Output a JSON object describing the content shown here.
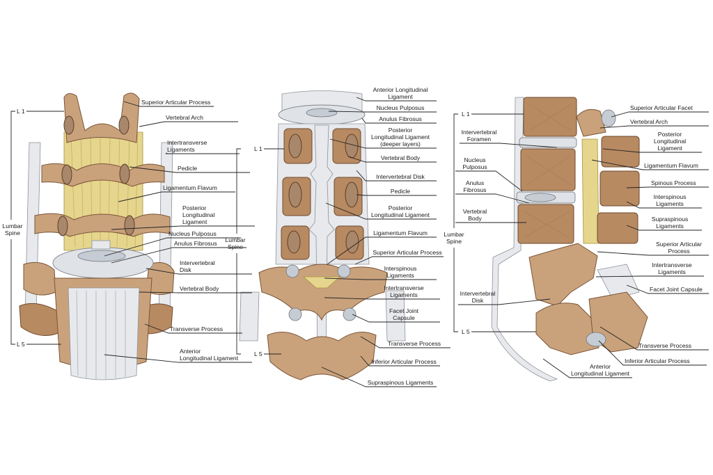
{
  "colors": {
    "bone": "#c9a27c",
    "bone_dark": "#b88a62",
    "ligament": "#e7e9ec",
    "ligamentum_flavum": "#e6d58d",
    "disk": "#dfe2e6"
  },
  "panel1": {
    "level_top": "L 1",
    "level_bottom": "L 5",
    "spine_label_line1": "Lumbar",
    "spine_label_line2": "Spine",
    "labels": [
      {
        "lines": [
          "Superior Articular Process"
        ]
      },
      {
        "lines": [
          "Vertebral Arch"
        ]
      },
      {
        "lines": [
          "Intertransverse",
          "Ligaments"
        ]
      },
      {
        "lines": [
          "Pedicle"
        ]
      },
      {
        "lines": [
          "Ligamentum Flavum"
        ]
      },
      {
        "lines": [
          "Posterior",
          "Longitudinal",
          "Ligament"
        ]
      },
      {
        "lines": [
          "Nucleus Pulposus"
        ]
      },
      {
        "lines": [
          "Anulus Fibrosus"
        ]
      },
      {
        "lines": [
          "Intervertebral",
          "Disk"
        ]
      },
      {
        "lines": [
          "Vertebral Body"
        ]
      },
      {
        "lines": [
          "Transverse Process"
        ]
      },
      {
        "lines": [
          "Anterior",
          "Longitudinal Ligament"
        ]
      }
    ]
  },
  "panel2": {
    "level_top": "L 1",
    "level_bottom": "L 5",
    "spine_label_line1": "Lumbar",
    "spine_label_line2": "Spine",
    "labels": [
      {
        "lines": [
          "Anterior Longitudinal",
          "Ligament"
        ]
      },
      {
        "lines": [
          "Nucleus Pulposus"
        ]
      },
      {
        "lines": [
          "Anulus Fibrosus"
        ]
      },
      {
        "lines": [
          "Posterior",
          "Longitudinal Ligament",
          "(deeper layers)"
        ]
      },
      {
        "lines": [
          "Vertebral Body"
        ]
      },
      {
        "lines": [
          "Intervertebral Disk"
        ]
      },
      {
        "lines": [
          "Pedicle"
        ]
      },
      {
        "lines": [
          "Posterior",
          "Longitudinal Ligament"
        ]
      },
      {
        "lines": [
          "Ligamentum Flavum"
        ]
      },
      {
        "lines": [
          "Superior Articular Process"
        ]
      },
      {
        "lines": [
          "Interspinous",
          "Ligaments"
        ]
      },
      {
        "lines": [
          "Intertransverse",
          "Ligaments"
        ]
      },
      {
        "lines": [
          "Facet Joint",
          "Capsule"
        ]
      },
      {
        "lines": [
          "Transverse Process"
        ]
      },
      {
        "lines": [
          "Inferior Articular Process"
        ]
      },
      {
        "lines": [
          "Supraspinous Ligaments"
        ]
      }
    ]
  },
  "panel3": {
    "level_top": "L 1",
    "level_bottom": "L 5",
    "spine_label_line1": "Lumbar",
    "spine_label_line2": "Spine",
    "left_labels": [
      {
        "lines": [
          "Intervertebral",
          "Foramen"
        ]
      },
      {
        "lines": [
          "Nucleus",
          "Pulposus"
        ]
      },
      {
        "lines": [
          "Anulus",
          "Fibrosus"
        ]
      },
      {
        "lines": [
          "Vertebral",
          "Body"
        ]
      },
      {
        "lines": [
          "Intervertebral",
          "Disk"
        ]
      }
    ],
    "right_labels": [
      {
        "lines": [
          "Superior Articular Facet"
        ]
      },
      {
        "lines": [
          "Vertebral Arch"
        ]
      },
      {
        "lines": [
          "Posterior",
          "Longitudinal",
          "Ligament"
        ]
      },
      {
        "lines": [
          "Ligamentum Flavum"
        ]
      },
      {
        "lines": [
          "Spinous Process"
        ]
      },
      {
        "lines": [
          "Interspinous",
          "Ligaments"
        ]
      },
      {
        "lines": [
          "Supraspinous",
          "Ligaments"
        ]
      },
      {
        "lines": [
          "Superior Articular",
          "Process"
        ]
      },
      {
        "lines": [
          "Intertransverse",
          "Ligaments"
        ]
      },
      {
        "lines": [
          "Facet Joint Capsule"
        ]
      },
      {
        "lines": [
          "Transverse Process"
        ]
      },
      {
        "lines": [
          "Inferior Articular Process"
        ]
      },
      {
        "lines": [
          "Anterior",
          "Longitudinal Ligament"
        ]
      }
    ]
  }
}
